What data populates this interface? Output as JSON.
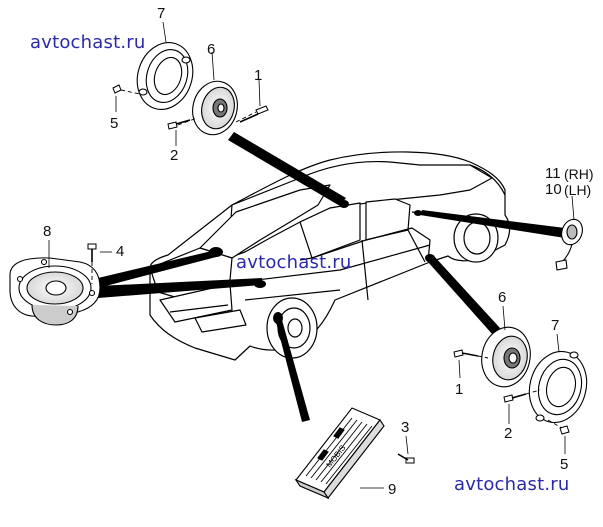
{
  "watermark": "avtochast.ru",
  "callouts": {
    "c7_top": "7",
    "c6_top": "6",
    "c1_top": "1",
    "c5_top": "5",
    "c2_top": "2",
    "c11": "11",
    "c11_side": "(RH)",
    "c10": "10",
    "c10_side": "(LH)",
    "c8": "8",
    "c4": "4",
    "c6_bottom": "6",
    "c7_bottom": "7",
    "c1_bottom": "1",
    "c2_bottom": "2",
    "c5_bottom": "5",
    "c3": "3",
    "c9": "9"
  },
  "amplifier_marking": "MOBIS"
}
